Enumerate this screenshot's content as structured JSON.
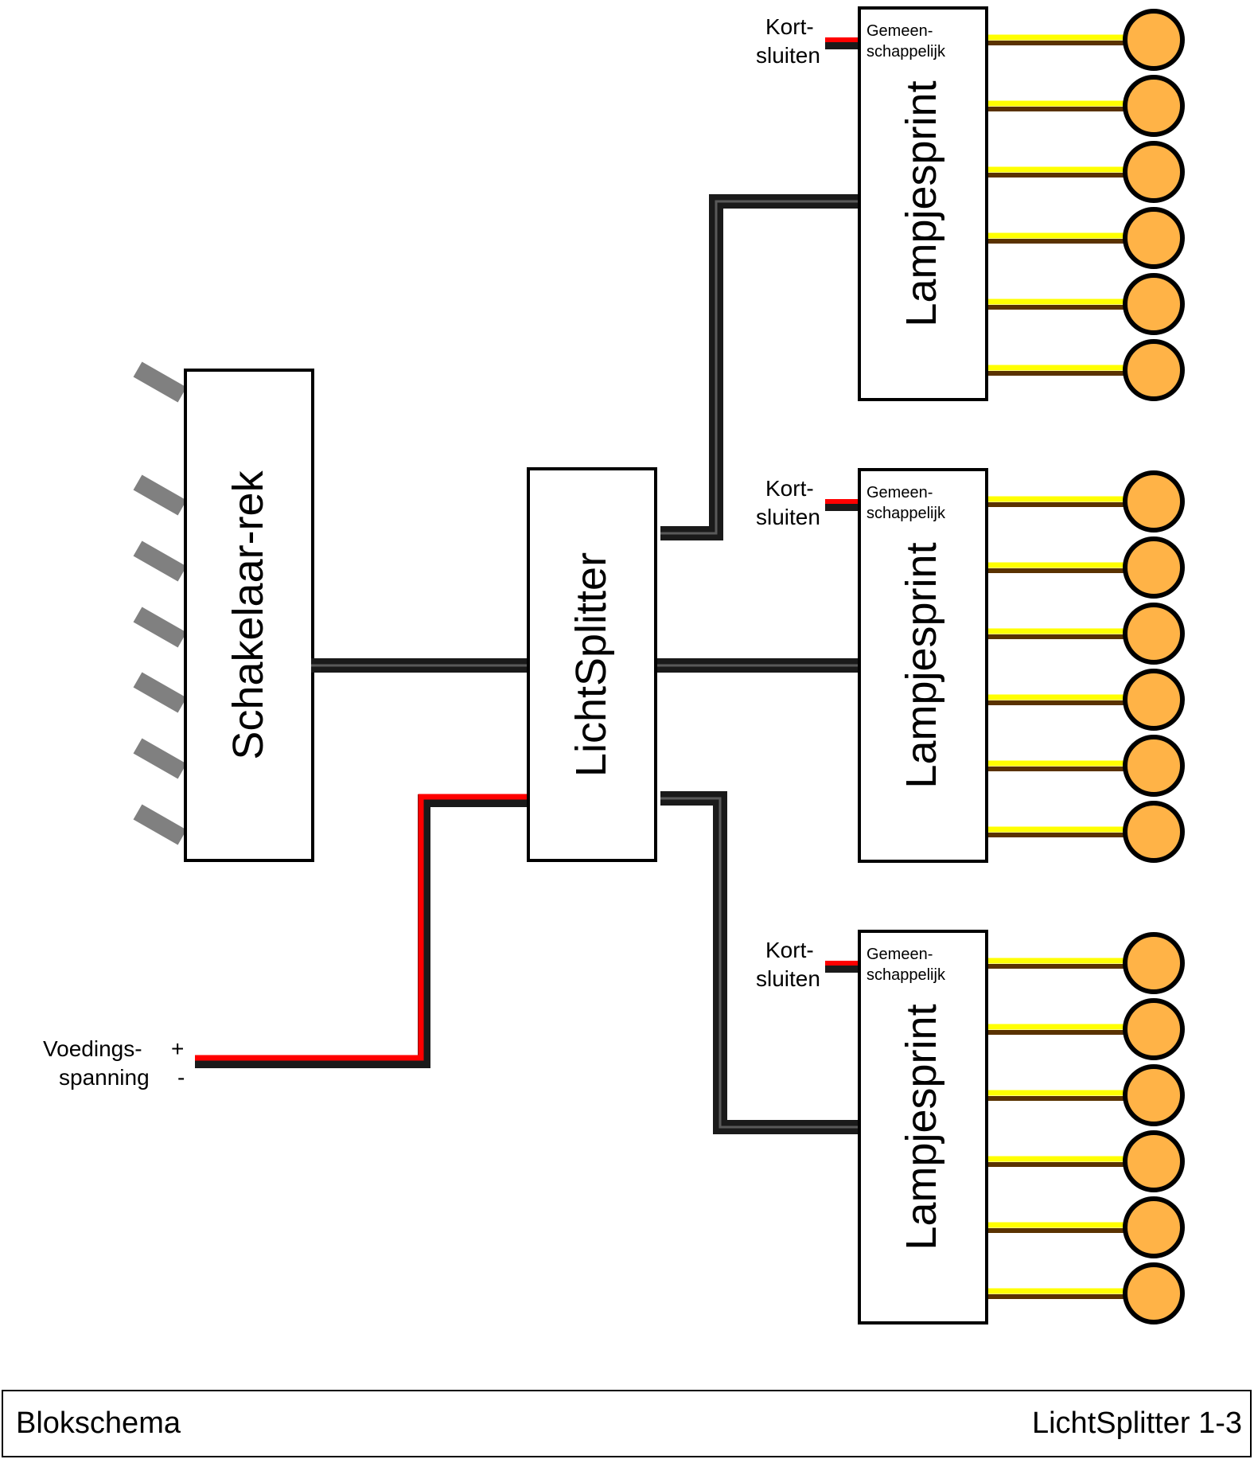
{
  "diagram": {
    "switch_rack": {
      "label": "Schakelaar-rek",
      "switch_count": 7
    },
    "splitter": {
      "label": "LichtSplitter"
    },
    "power": {
      "label_line1": "Voedings-",
      "label_line2": "spanning",
      "plus": "+",
      "minus": "-"
    },
    "lamp_boards": [
      {
        "label": "Lampjesprint",
        "common_line1": "Gemeen-",
        "common_line2": "schappelijk",
        "short_line1": "Kort-",
        "short_line2": "sluiten",
        "lamp_count": 6
      },
      {
        "label": "Lampjesprint",
        "common_line1": "Gemeen-",
        "common_line2": "schappelijk",
        "short_line1": "Kort-",
        "short_line2": "sluiten",
        "lamp_count": 6
      },
      {
        "label": "Lampjesprint",
        "common_line1": "Gemeen-",
        "common_line2": "schappelijk",
        "short_line1": "Kort-",
        "short_line2": "sluiten",
        "lamp_count": 6
      }
    ]
  },
  "footer": {
    "left": "Blokschema",
    "right": "LichtSplitter 1-3"
  },
  "colors": {
    "cable_black": "#1a1a1a",
    "cable_grey": "#595959",
    "wire_red": "#ff0000",
    "wire_yellow": "#ffff00",
    "wire_brown": "#5a3200",
    "lamp_fill": "#ffb347",
    "switch_grey": "#808080"
  }
}
